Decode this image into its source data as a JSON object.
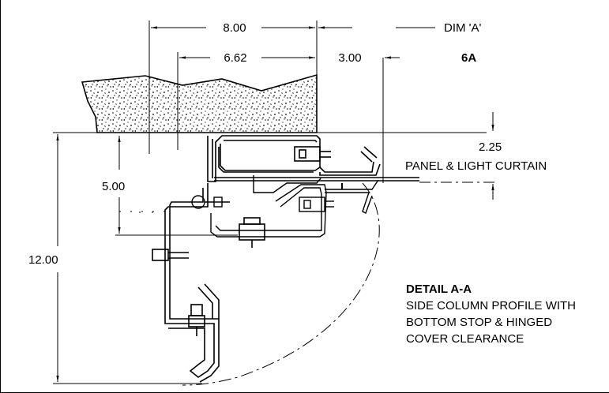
{
  "dimensions": {
    "top_8": "8.00",
    "dim_a": "DIM 'A'",
    "top_662": "6.62",
    "top_3": "3.00",
    "section_label": "6A",
    "side_225": "2.25",
    "panel_label": "PANEL & LIGHT CURTAIN",
    "left_5": "5.00",
    "left_12": "12.00"
  },
  "detail": {
    "title": "DETAIL A-A",
    "line1": "SIDE COLUMN PROFILE WITH",
    "line2": "BOTTOM STOP & HINGED",
    "line3": "COVER CLEARANCE"
  },
  "colors": {
    "line": "#000000",
    "background": "#ffffff"
  }
}
